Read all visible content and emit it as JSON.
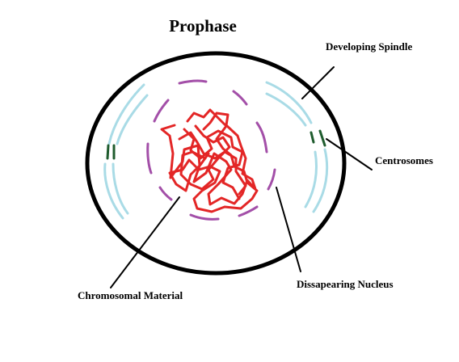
{
  "title": "Prophase",
  "labels": {
    "developing_spindle": "Developing Spindle",
    "centrosomes": "Centrosomes",
    "chromosomal_material": "Chromosomal Material",
    "disappearing_nucleus": "Dissapearing Nucleus"
  },
  "colors": {
    "cell_outline": "#000000",
    "spindle": "#a9dbe6",
    "centrosome": "#1f5c2e",
    "nucleus": "#a34fa8",
    "chromosome": "#e32626",
    "label_text": "#000000",
    "leader_line": "#000000"
  }
}
